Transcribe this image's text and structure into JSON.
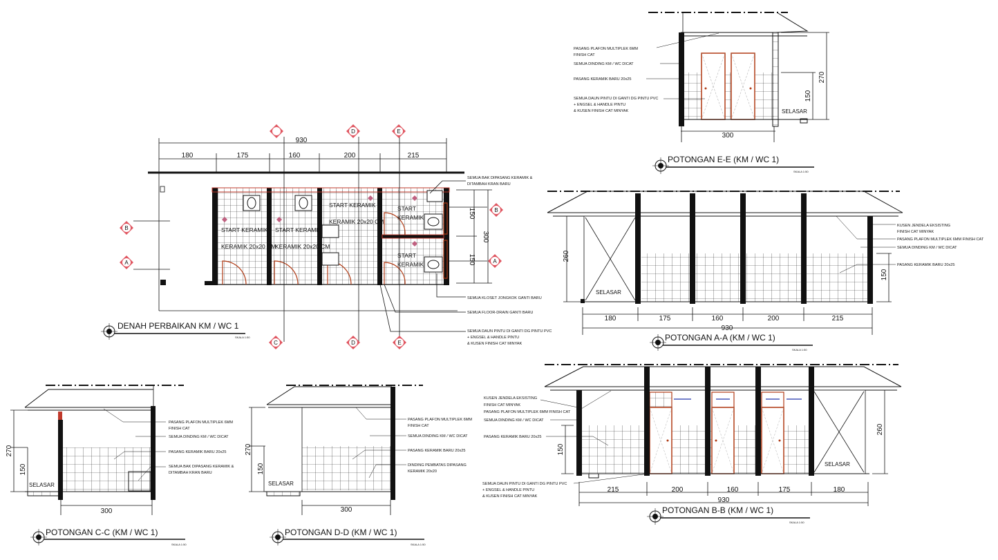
{
  "plan": {
    "title": "DENAH PERBAIKAN KM / WC 1",
    "scale": "SKALA 1:50",
    "dims_top": [
      "180",
      "175",
      "160",
      "200",
      "215"
    ],
    "dim_total": "930",
    "dims_right": [
      "150",
      "150"
    ],
    "dim_right_total": "300",
    "rooms": [
      "START KERAMIK",
      "KERAMIK 20x20 CM",
      "START KERAMIK",
      "KERAMIK 20x20 CM",
      "START KERAMIK",
      "KERAMIK 20x20 CM",
      "START",
      "KERAMIK",
      "START",
      "KERAMIK"
    ],
    "notes": [
      "SEMUA BAK DIPASANG KERAMIK &",
      "DITAMBAH KRAN BARU",
      "SEMUA KLOSET JONGKOK GANTI BARU",
      "SEMUA FLOOR-DRAIN GANTI BARU",
      "SEMUA DAUN PINTU DI GANTI DG PINTU PVC",
      "+ ENGSEL & HANDLE PINTU",
      "& KUSEN FINISH CAT MINYAK"
    ],
    "markers": [
      "C",
      "D",
      "E",
      "B",
      "A",
      "B",
      "A",
      "C",
      "D",
      "E"
    ]
  },
  "sec_ee": {
    "title": "POTONGAN E-E (KM / WC 1)",
    "scale": "SKALA 1:50",
    "dim": "300",
    "h1": "270",
    "h2": "150",
    "selasar": "SELASAR",
    "notes": [
      "PASANG PLAFON MULTIPLEK 6MM",
      "FINISH CAT",
      "SEMUA DINDING KM / WC DICAT",
      "PASANG KERAMIK BARU 20x25",
      "SEMUA DAUN PINTU DI GANTI DG PINTU PVC",
      "+ ENGSEL & HANDLE PINTU",
      "& KUSEN FINISH CAT MINYAK"
    ]
  },
  "sec_aa": {
    "title": "POTONGAN A-A (KM / WC 1)",
    "scale": "SKALA 1:50",
    "dims": [
      "180",
      "175",
      "160",
      "200",
      "215"
    ],
    "total": "930",
    "h1": "260",
    "h2": "150",
    "selasar": "SELASAR",
    "notes": [
      "KUSEN JENDELA EKSISTING",
      "FINISH CAT MINYAK",
      "PASANG PLAFON MULTIPLEK 6MM FINISH CAT",
      "SEMUA DINDING KM / WC DICAT",
      "PASANG KERAMIK BARU 20x25"
    ]
  },
  "sec_bb": {
    "title": "POTONGAN B-B (KM / WC 1)",
    "scale": "SKALA 1:50",
    "dims": [
      "215",
      "200",
      "160",
      "175",
      "180"
    ],
    "total": "930",
    "h1": "260",
    "h2": "150",
    "selasar": "SELASAR",
    "notes": [
      "KUSEN JENDELA EKSISTING",
      "FINISH CAT MINYAK",
      "PASANG PLAFON MULTIPLEK 6MM FINISH CAT",
      "SEMUA DINDING KM / WC DICAT",
      "PASANG KERAMIK BARU 20x25",
      "SEMUA DAUN PINTU DI GANTI DG PINTU PVC",
      "+ ENGSEL & HANDLE PINTU",
      "& KUSEN FINISH CAT MINYAK"
    ]
  },
  "sec_cc": {
    "title": "POTONGAN C-C (KM / WC 1)",
    "scale": "SKALA 1:50",
    "dim": "300",
    "h1": "270",
    "h2": "150",
    "selasar": "SELASAR",
    "notes": [
      "PASANG PLAFON MULTIPLEK 6MM",
      "FINISH CAT",
      "SEMUA DINDING KM / WC DICAT",
      "PASANG KERAMIK BARU 20x25",
      "SEMUA BAK DIPASANG KERAMIK &",
      "DITAMBAH KRAN BARU"
    ]
  },
  "sec_dd": {
    "title": "POTONGAN D-D (KM / WC 1)",
    "scale": "SKALA 1:50",
    "dim": "300",
    "h1": "270",
    "h2": "150",
    "selasar": "SELASAR",
    "notes": [
      "PASANG PLAFON MULTIPLEK 6MM",
      "FINISH CAT",
      "SEMUA DINDING KM / WC DICAT",
      "PASANG KERAMIK BARU 20x25",
      "DINDING PEMBATAS DIPASANG",
      "KERAMIK 20x20"
    ]
  },
  "colors": {
    "line": "#111111",
    "accent": "#c0392b",
    "marker": "#e05560",
    "door": "#b03a14",
    "blue": "#2233aa"
  }
}
